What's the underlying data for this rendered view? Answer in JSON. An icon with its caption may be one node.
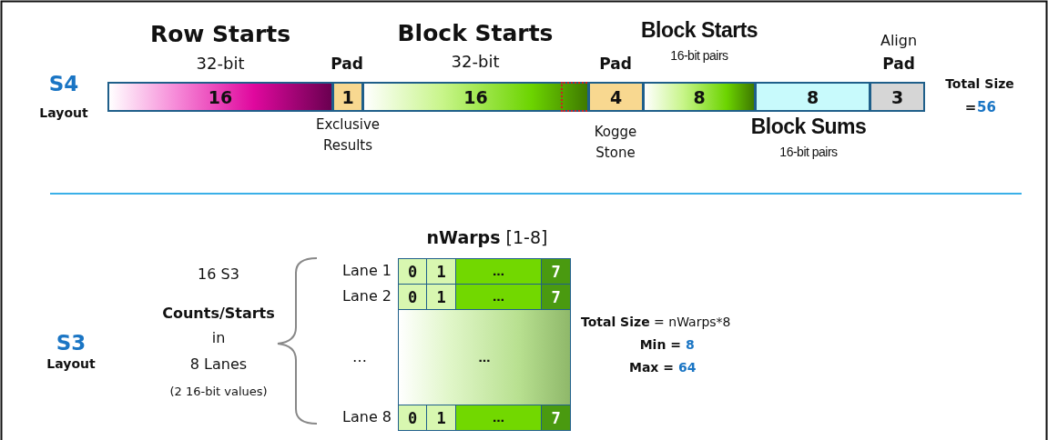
{
  "diagram": {
    "nodes": [
      {
        "text": [
          "16"
        ]
      },
      {
        "text": [
          "1"
        ]
      },
      {
        "text": [
          "16"
        ]
      },
      {
        "text": [],
        "shape": "box",
        "in": 2
      },
      {
        "text": [
          "4"
        ]
      },
      {
        "text": [
          "8"
        ]
      },
      {
        "text": [
          "8"
        ]
      },
      {
        "text": [
          "3"
        ]
      },
      {
        "text": [
          "0"
        ]
      },
      {
        "text": [
          "1"
        ]
      },
      {
        "text": [
          "…"
        ]
      },
      {
        "text": [
          "7"
        ]
      },
      {
        "text": [
          "0"
        ]
      },
      {
        "text": [
          "1"
        ]
      },
      {
        "text": [
          "…"
        ]
      },
      {
        "text": [
          "7"
        ]
      },
      {
        "text": [
          "…"
        ]
      },
      {
        "text": [
          "0"
        ]
      },
      {
        "text": [
          "1"
        ]
      },
      {
        "text": [
          "…"
        ]
      },
      {
        "text": [
          "7"
        ]
      }
    ],
    "labels": [
      "Row Starts",
      "Block Starts",
      "Block Starts",
      "16-bit pairs",
      "Align",
      "32-bit",
      "Pad",
      "32-bit",
      "Pad",
      "Pad",
      "S4",
      "Layout",
      "Total Size",
      "=",
      "56",
      "Exclusive Results",
      "Kogge Stone",
      "Block Sums",
      "16-bit pairs",
      "**nWarps** [1-8]",
      "Lane 1",
      "Lane 2",
      "…",
      "Lane 8",
      "16 S3",
      "Counts/Starts",
      "in",
      "8 Lanes",
      "(2 16-bit values)",
      "S3",
      "Layout",
      "**Total Size** = nWarps*8",
      "Min =",
      "8",
      "Max =",
      "64"
    ]
  }
}
